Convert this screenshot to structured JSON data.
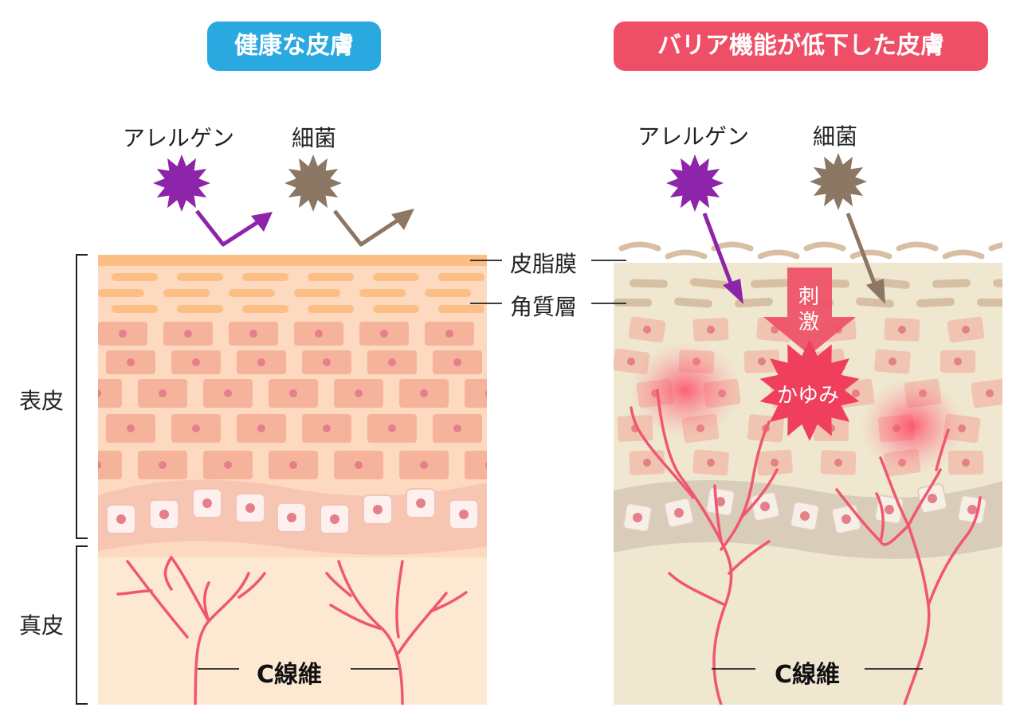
{
  "left_panel": {
    "title": "健康な皮膚",
    "title_color": "#29a9e0",
    "allergen_label": "アレルゲン",
    "bacteria_label": "細菌",
    "fiber_label": "C線維"
  },
  "right_panel": {
    "title": "バリア機能が低下した皮膚",
    "title_color": "#ef4f66",
    "allergen_label": "アレルゲン",
    "bacteria_label": "細菌",
    "stimulus_label_1": "刺",
    "stimulus_label_2": "激",
    "itch_label": "かゆみ",
    "fiber_label": "C線維"
  },
  "layer_labels": {
    "sebum_film": "皮脂膜",
    "stratum_corneum": "角質層"
  },
  "region_labels": {
    "epidermis": "表皮",
    "dermis": "真皮"
  },
  "colors": {
    "allergen": "#8e24aa",
    "bacteria": "#8c7765",
    "nerve": "#f0576e",
    "healthy_bg": "#fde8d2",
    "damaged_bg": "#efe7cf"
  },
  "icons": [
    "allergen-star-icon",
    "bacteria-star-icon",
    "arrow-icon"
  ]
}
